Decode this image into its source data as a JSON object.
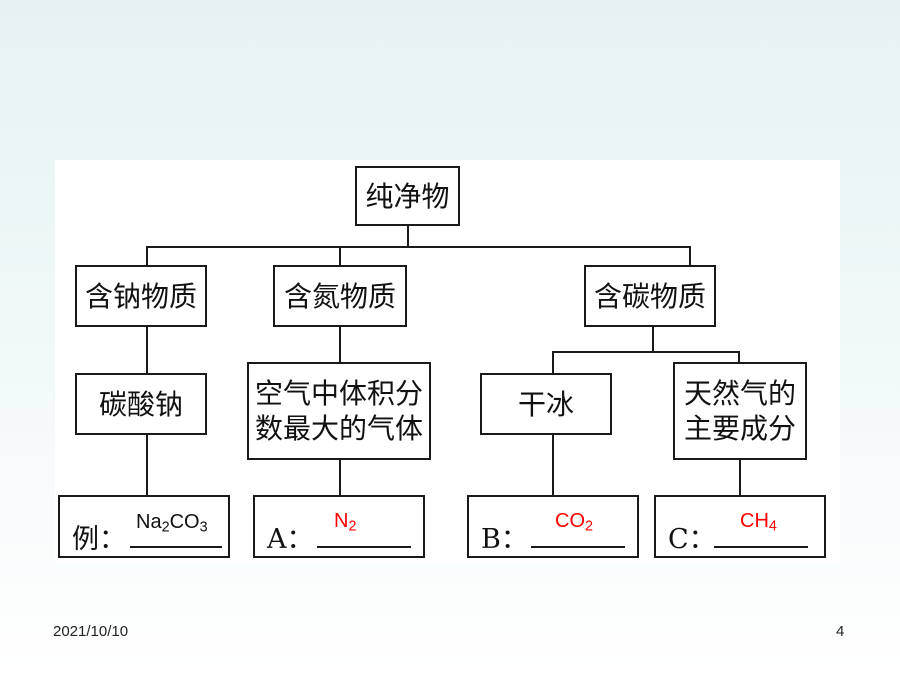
{
  "diagram": {
    "root": "纯净物",
    "categories": [
      {
        "label": "含钠物质"
      },
      {
        "label": "含氮物质"
      },
      {
        "label": "含碳物质"
      }
    ],
    "examples": {
      "sodium": "碳酸钠",
      "nitrogen_line1": "空气中体积分",
      "nitrogen_line2": "数最大的气体",
      "carbon_a": "干冰",
      "carbon_b_line1": "天然气的",
      "carbon_b_line2": "主要成分"
    },
    "answers": [
      {
        "prefix": "例：",
        "formula": "Na",
        "sub": "2",
        "formula2": "CO",
        "sub2": "3",
        "color": "#111111"
      },
      {
        "prefix": "A：",
        "formula": "N",
        "sub": "2",
        "color": "#ff0000"
      },
      {
        "prefix": "B：",
        "formula": "CO",
        "sub": "2",
        "color": "#ff0000"
      },
      {
        "prefix": "C：",
        "formula": "CH",
        "sub": "4",
        "color": "#ff0000"
      }
    ]
  },
  "footer": {
    "date": "2021/10/10",
    "page": "4"
  }
}
